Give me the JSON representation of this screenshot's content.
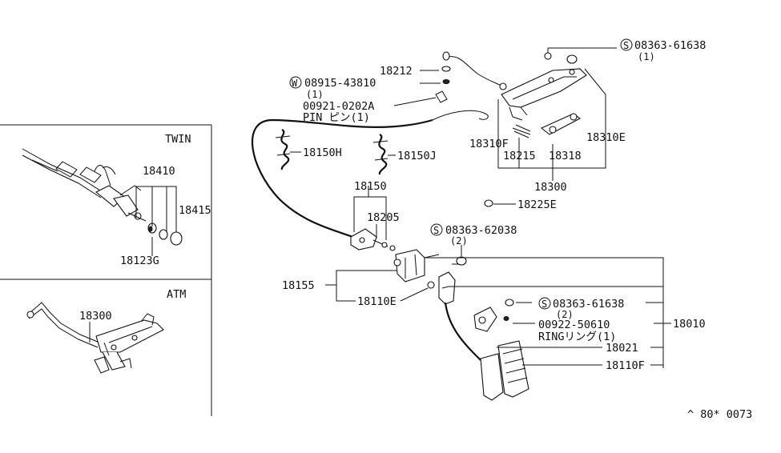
{
  "insets": {
    "twin": {
      "title": "TWIN",
      "parts": {
        "p18410": "18410",
        "p18415": "18415",
        "p18123g": "18123G"
      }
    },
    "atm": {
      "title": "ATM",
      "parts": {
        "p18300": "18300"
      }
    }
  },
  "main": {
    "sym_s": "S",
    "sym_w": "W",
    "bolt_top": {
      "number": "08363-61638",
      "qty": "(1)"
    },
    "p18212": "18212",
    "washer": {
      "number": "08915-43810",
      "qty": "(1)"
    },
    "pin": {
      "number": "00921-0202A",
      "desc": "PIN ピン(1)"
    },
    "p18150h": "18150H",
    "p18150j": "18150J",
    "p18310f": "18310F",
    "p18310e": "18310E",
    "p18215": "18215",
    "p18318": "18318",
    "p18300": "18300",
    "p18225e": "18225E",
    "p18150": "18150",
    "p18205": "18205",
    "bolt_mid": {
      "number": "08363-62038",
      "qty": "(2)"
    },
    "p18155": "18155",
    "p18110e": "18110E",
    "bolt_pedal": {
      "number": "08363-61638",
      "qty": "(2)"
    },
    "ring": {
      "number": "00922-50610",
      "desc": "RINGリング(1)"
    },
    "p18010": "18010",
    "p18021": "18021",
    "p18110f": "18110F"
  },
  "footer_code": "^ 80* 0073"
}
